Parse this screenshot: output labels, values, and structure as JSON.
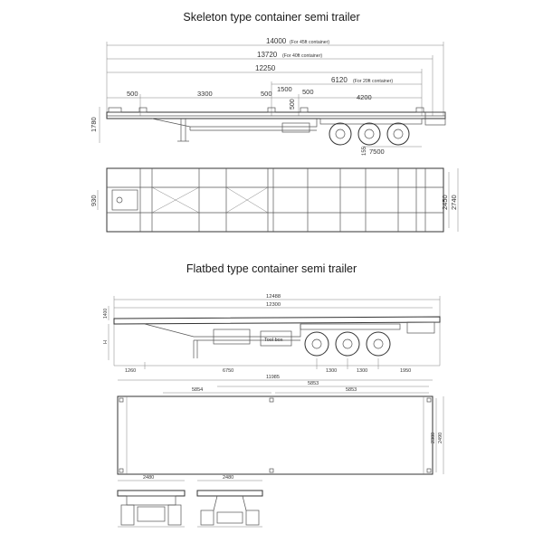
{
  "titles": {
    "skeleton": "Skeleton type container semi trailer",
    "flatbed": "Flatbed type container semi trailer"
  },
  "skeleton_side": {
    "dim_14000": "14000",
    "note_45ft": "(For 45ft container)",
    "dim_13720": "13720",
    "note_40ft": "(For 40ft container)",
    "dim_12250": "12250",
    "dim_6120": "6120",
    "note_20ft": "(For 20ft container)",
    "dim_500_left": "500",
    "dim_3300": "3300",
    "dim_500_mid": "500",
    "dim_1500": "1500",
    "dim_500_right": "500",
    "dim_4200": "4200",
    "dim_500_vertical": "500",
    "dim_1780": "1780",
    "dim_155": "155",
    "dim_7500": "7500"
  },
  "skeleton_top": {
    "dim_930": "930",
    "dim_2450": "2450",
    "dim_2740": "2740"
  },
  "flatbed_side": {
    "dim_12488": "12488",
    "dim_12300": "12300",
    "dim_1400": "1400",
    "dim_h": "H",
    "label_tool_box": "Tool box",
    "dim_1260": "1260",
    "dim_6750": "6750",
    "dim_1300_a": "1300",
    "dim_1300_b": "1300",
    "dim_1950": "1950"
  },
  "flatbed_top": {
    "dim_11985": "11985",
    "dim_5853_top": "5853",
    "dim_5854": "5854",
    "dim_5853_right": "5853",
    "dim_2380": "2380",
    "dim_2490": "2490"
  },
  "flatbed_ends": {
    "dim_2480_left": "2480",
    "dim_2480_right": "2480"
  }
}
